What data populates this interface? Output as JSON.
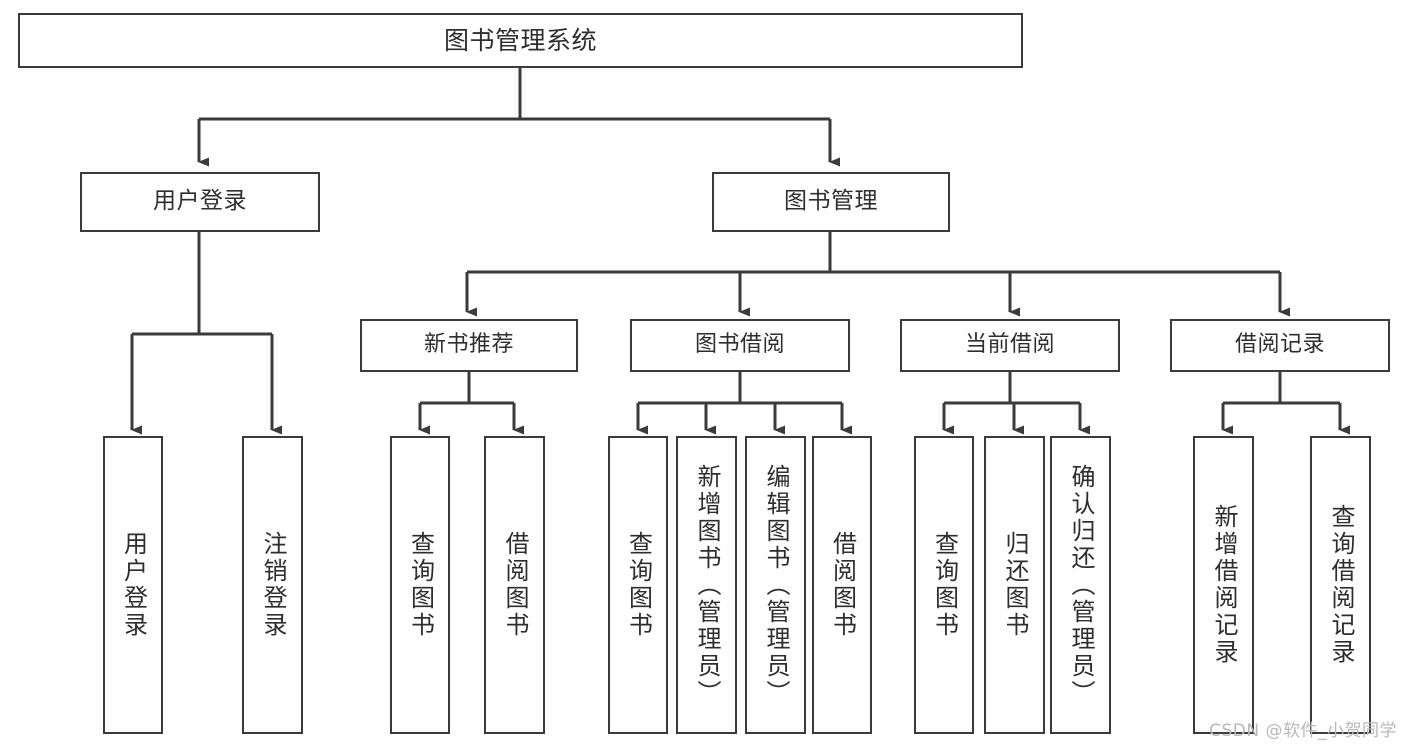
{
  "diagram": {
    "title": "图书管理系统",
    "type": "tree",
    "orientation": "top-down",
    "colors": {
      "background": "#fefefe",
      "stroke": "#3b3b3b",
      "text": "#2e2e2e",
      "watermark": "#b9b9b9"
    },
    "root": {
      "label": "图书管理系统",
      "level": 1
    },
    "level2": [
      {
        "label": "用户登录"
      },
      {
        "label": "图书管理"
      }
    ],
    "level3": [
      {
        "label": "新书推荐"
      },
      {
        "label": "图书借阅"
      },
      {
        "label": "当前借阅"
      },
      {
        "label": "借阅记录"
      }
    ],
    "leaves": {
      "user_login": [
        {
          "label": "用户登录"
        },
        {
          "label": "注销登录"
        }
      ],
      "new_book_recommend": [
        {
          "label": "查询图书"
        },
        {
          "label": "借阅图书"
        }
      ],
      "book_borrow": [
        {
          "label": "查询图书"
        },
        {
          "label": "新增图书（管理员）"
        },
        {
          "label": "编辑图书（管理员）"
        },
        {
          "label": "借阅图书"
        }
      ],
      "current_borrow": [
        {
          "label": "查询图书"
        },
        {
          "label": "归还图书"
        },
        {
          "label": "确认归还（管理员）"
        }
      ],
      "borrow_record": [
        {
          "label": "新增借阅记录"
        },
        {
          "label": "查询借阅记录"
        }
      ]
    }
  },
  "watermark": {
    "text": "CSDN @软件_小贺同学"
  }
}
